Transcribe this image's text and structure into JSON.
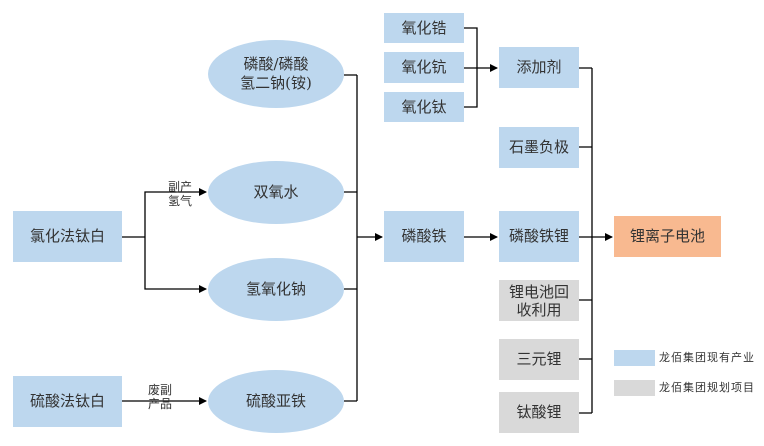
{
  "colors": {
    "existing": "#bdd7ee",
    "planned": "#d9d9d9",
    "target": "#f8b990",
    "line": "#000000"
  },
  "nodes": {
    "chlorination_tio2": "氯化法钛白",
    "sulfuric_tio2": "硫酸法钛白",
    "phosphoric_acid": "磷酸/磷酸\n氢二钠(铵)",
    "hydrogen_peroxide": "双氧水",
    "sodium_hydroxide": "氢氧化钠",
    "ferrous_sulfate": "硫酸亚铁",
    "iron_phosphate": "磷酸铁",
    "zirconia": "氧化锆",
    "scandia": "氧化钪",
    "titania": "氧化钛",
    "additive": "添加剂",
    "graphite_anode": "石墨负极",
    "lfp": "磷酸铁锂",
    "battery_recycling": "锂电池回\n收利用",
    "ternary_lithium": "三元锂",
    "lithium_titanate": "钛酸锂",
    "li_ion_battery": "锂离子电池"
  },
  "edge_labels": {
    "byproduct_hydrogen": "副产\n氢气",
    "waste_byproduct": "废副\n产品"
  },
  "legend": [
    {
      "label": "龙佰集团现有产业",
      "color": "#bdd7ee"
    },
    {
      "label": "龙佰集团规划项目",
      "color": "#d9d9d9"
    }
  ]
}
